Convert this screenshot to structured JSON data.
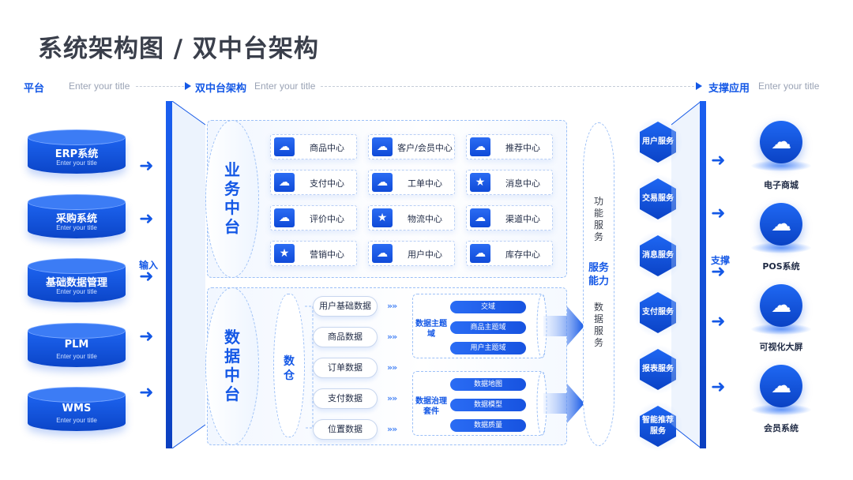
{
  "title": "系统架构图 / 双中台架构",
  "header": {
    "platform": {
      "label": "平台",
      "sub": "Enter your title"
    },
    "middle": {
      "label": "双中台架构",
      "sub": "Enter your title"
    },
    "support": {
      "label": "支撑应用",
      "sub": "Enter your title"
    }
  },
  "sources": [
    {
      "name": "ERP系统",
      "sub": "Enter your title"
    },
    {
      "name": "采购系统",
      "sub": "Enter your title"
    },
    {
      "name": "基础数据管理",
      "sub": "Enter your title"
    },
    {
      "name": "PLM",
      "sub": "Enter your title"
    },
    {
      "name": "WMS",
      "sub": "Enter your title"
    }
  ],
  "input_label": "输入",
  "business": {
    "title": "业务中台",
    "modules": [
      {
        "label": "商品中心",
        "icon": "cloud-icon"
      },
      {
        "label": "客户/会员中心",
        "icon": "cloud-icon"
      },
      {
        "label": "推荐中心",
        "icon": "cloud-icon"
      },
      {
        "label": "支付中心",
        "icon": "cloud-icon"
      },
      {
        "label": "工单中心",
        "icon": "cloud-icon"
      },
      {
        "label": "消息中心",
        "icon": "star-icon"
      },
      {
        "label": "评价中心",
        "icon": "cloud-icon"
      },
      {
        "label": "物流中心",
        "icon": "star-icon"
      },
      {
        "label": "渠道中心",
        "icon": "cloud-icon"
      },
      {
        "label": "营销中心",
        "icon": "star-icon"
      },
      {
        "label": "用户中心",
        "icon": "cloud-icon"
      },
      {
        "label": "库存中心",
        "icon": "cloud-icon"
      }
    ]
  },
  "data": {
    "title": "数据中台",
    "warehouse": "数仓",
    "items": [
      "用户基础数据",
      "商品数据",
      "订单数据",
      "支付数据",
      "位置数据"
    ],
    "domain1": {
      "label": "数据主题域",
      "pills": [
        "交域",
        "商品主题域",
        "用户主题域"
      ]
    },
    "domain2": {
      "label": "数据治理套件",
      "pills": [
        "数据地图",
        "数据模型",
        "数据质量"
      ]
    }
  },
  "capability": {
    "top": "功能服务",
    "middle": "服务能力",
    "bottom": "数据服务"
  },
  "services": [
    "用户服务",
    "交易服务",
    "消息服务",
    "支付服务",
    "报表服务",
    "智能推荐服务"
  ],
  "support_label": "支撑",
  "apps": [
    {
      "label": "电子商城",
      "icon": "cloud-icon"
    },
    {
      "label": "POS系统",
      "icon": "cloud-icon"
    },
    {
      "label": "可视化大屏",
      "icon": "cloud-icon"
    },
    {
      "label": "会员系统",
      "icon": "cloud-icon"
    }
  ],
  "colors": {
    "accent": "#1458e6",
    "dark_blue": "#0b43c6"
  }
}
